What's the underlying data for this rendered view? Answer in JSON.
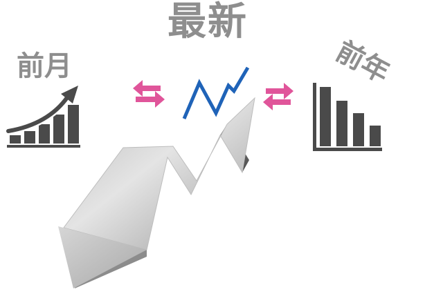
{
  "labels": {
    "latest": "最新",
    "previous_month": "前月",
    "previous_year": "前年"
  },
  "colors": {
    "text_gray": "#8e8e8e",
    "icon_dark": "#4a4a4a",
    "line_blue": "#1f63b8",
    "arrow_pink": "#e0559a",
    "ribbon_light": "#d8d8d8",
    "ribbon_dark": "#5e5e5e"
  },
  "icons": {
    "left_icon": "rising-bar-chart-icon",
    "center_icon": "zigzag-line-chart-icon",
    "right_icon": "declining-bar-chart-icon",
    "compare_left": "exchange-arrows-icon",
    "compare_right": "exchange-arrows-icon",
    "main_graphic": "zigzag-down-arrow"
  }
}
